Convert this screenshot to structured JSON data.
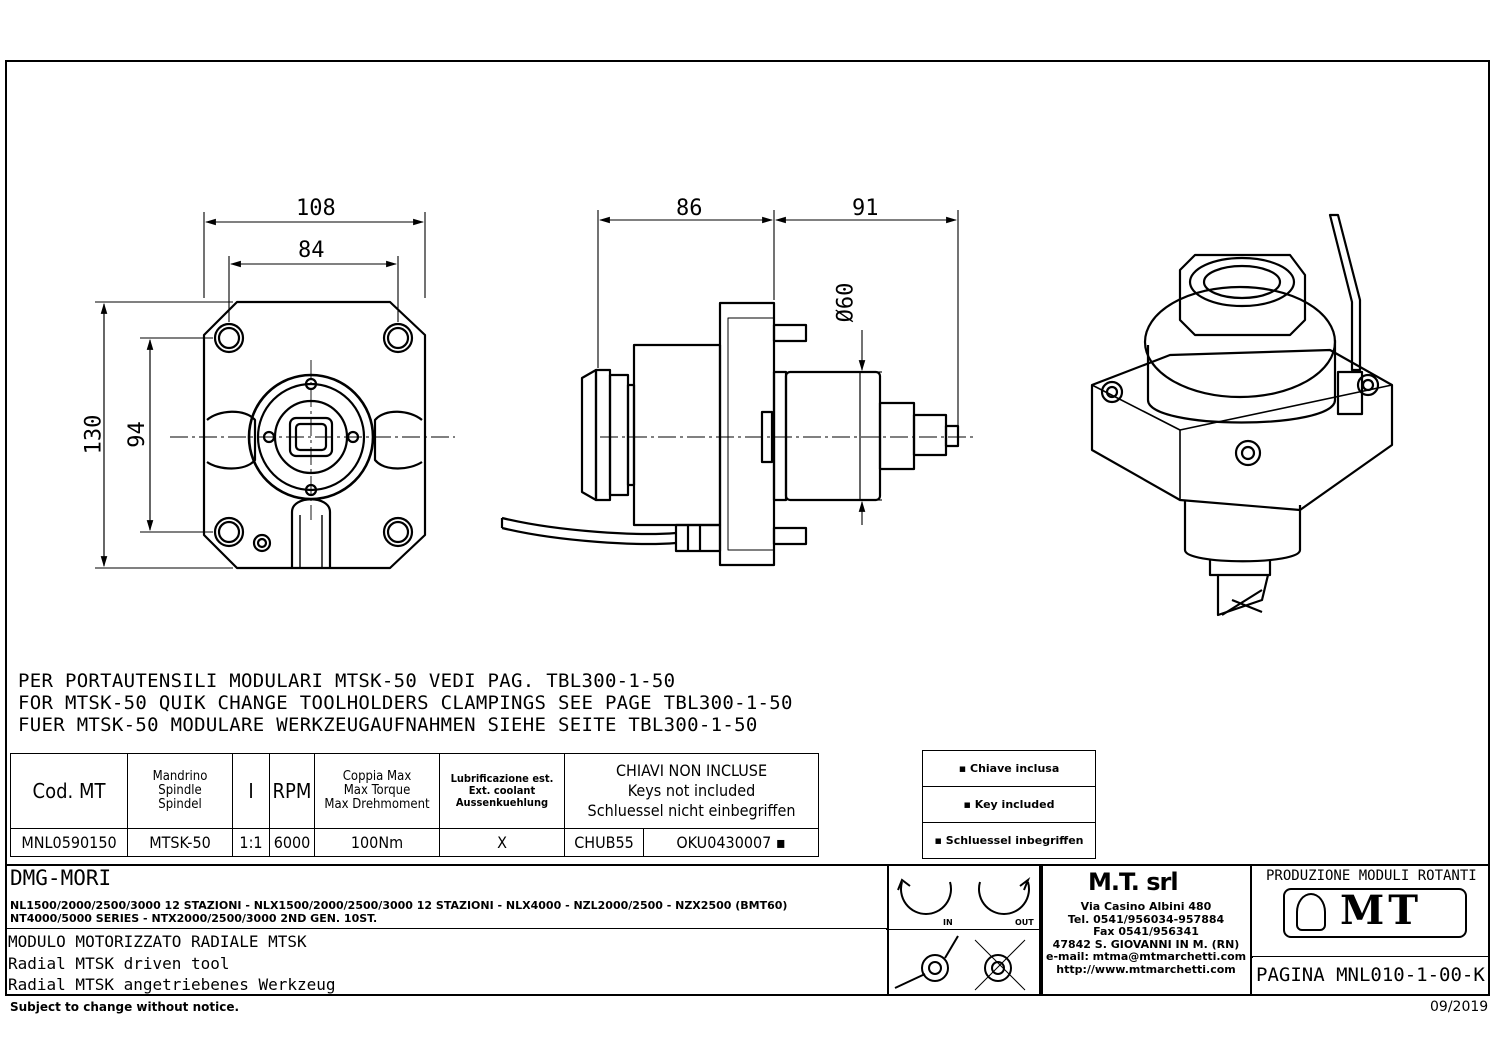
{
  "dimensions": {
    "d108": "108",
    "d84": "84",
    "d130": "130",
    "d94": "94",
    "d86": "86",
    "d91": "91",
    "d60": "Ø60"
  },
  "notes": [
    "PER PORTAUTENSILI MODULARI MTSK-50 VEDI PAG. TBL300-1-50",
    "FOR MTSK-50 QUIK CHANGE TOOLHOLDERS CLAMPINGS SEE PAGE TBL300-1-50",
    "FUER MTSK-50 MODULARE WERKZEUGAUFNAHMEN SIEHE SEITE TBL300-1-50"
  ],
  "spec_table": {
    "headers": {
      "cod": "Cod. MT",
      "spindle": [
        "Mandrino",
        "Spindle",
        "Spindel"
      ],
      "ratio": "I",
      "rpm": "RPM",
      "torque": [
        "Coppia Max",
        "Max Torque",
        "Max Drehmoment"
      ],
      "coolant": [
        "Lubrificazione est.",
        "Ext. coolant",
        "Aussenkuehlung"
      ],
      "keys": [
        "CHIAVI NON INCLUSE",
        "Keys not included",
        "Schluessel nicht einbegriffen"
      ]
    },
    "row": {
      "cod": "MNL0590150",
      "spindle": "MTSK-50",
      "ratio": "1:1",
      "rpm": "6000",
      "torque": "100Nm",
      "coolant": "X",
      "key1": "CHUB55",
      "key2": "OKU0430007 ▪"
    }
  },
  "key_legend": [
    "▪ Chiave inclusa",
    "▪ Key included",
    "▪ Schluessel inbegriffen"
  ],
  "title_block": {
    "machine": "DMG-MORI",
    "machine_line1": "NL1500/2000/2500/3000 12 STAZIONI - NLX1500/2000/2500/3000 12 STAZIONI - NLX4000 - NZL2000/2500 - NZX2500 (BMT60)",
    "machine_line2": "NT4000/5000 SERIES - NTX2000/2500/3000 2ND GEN. 10ST.",
    "desc_it": "MODULO MOTORIZZATO RADIALE MTSK",
    "desc_en": "Radial MTSK driven tool",
    "desc_de": "Radial MTSK angetriebenes Werkzeug",
    "rot_in": "IN",
    "rot_out": "OUT",
    "company": "M.T. srl",
    "address": [
      "Via Casino Albini 480",
      "Tel. 0541/956034-957884",
      "Fax 0541/956341",
      "47842 S. GIOVANNI IN M. (RN)",
      "e-mail: mtma@mtmarchetti.com",
      "http://www.mtmarchetti.com"
    ],
    "production": "PRODUZIONE MODULI ROTANTI",
    "logo": "MT",
    "page": "PAGINA MNL010-1-00-K"
  },
  "footer": {
    "notice": "Subject to change without notice.",
    "date": "09/2019"
  }
}
